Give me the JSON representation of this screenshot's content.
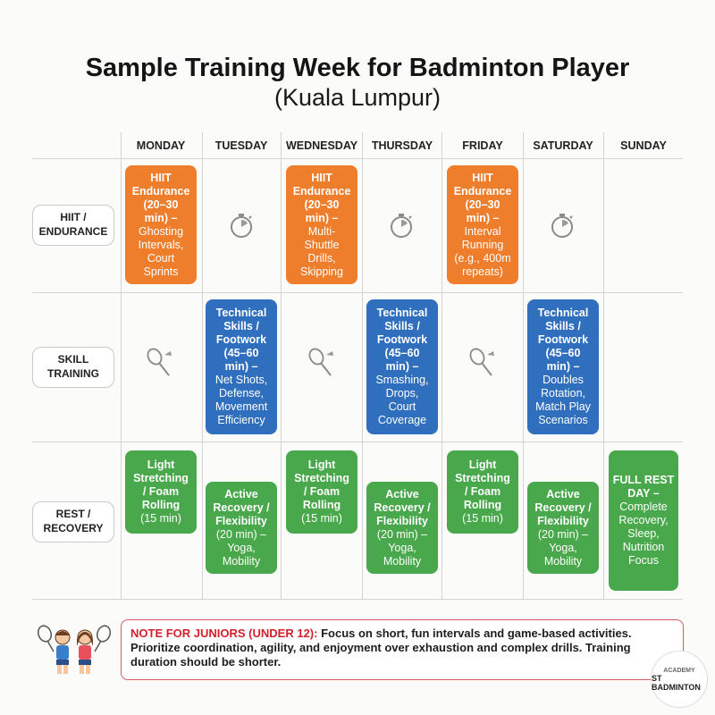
{
  "title": "Sample Training Week for Badminton Player",
  "subtitle": "(Kuala Lumpur)",
  "days": [
    "MONDAY",
    "TUESDAY",
    "WEDNESDAY",
    "THURSDAY",
    "FRIDAY",
    "SATURDAY",
    "SUNDAY"
  ],
  "rows": {
    "hiit": "HIIT /\nENDURANCE",
    "skill": "SKILL\nTRAINING",
    "rest": "REST /\nRECOVERY"
  },
  "cards": {
    "hiit_mon": {
      "head": "HIIT\nEndurance\n(20–30\nmin) –",
      "body": "Ghosting\nIntervals,\nCourt\nSprints"
    },
    "hiit_wed": {
      "head": "HIIT\nEndurance\n(20–30\nmin) –",
      "body": "Multi-\nShuttle\nDrills,\nSkipping"
    },
    "hiit_fri": {
      "head": "HIIT\nEndurance\n(20–30\nmin) –",
      "body": "Interval\nRunning\n(e.g., 400m\nrepeats)"
    },
    "skill_tue": {
      "head": "Technical\nSkills /\nFootwork\n(45–60\nmin) –",
      "body": "Net Shots,\nDefense,\nMovement\nEfficiency"
    },
    "skill_thu": {
      "head": "Technical\nSkills /\nFootwork\n(45–60\nmin) –",
      "body": "Smashing,\nDrops,\nCourt\nCoverage"
    },
    "skill_sat": {
      "head": "Technical\nSkills /\nFootwork\n(45–60\nmin) –",
      "body": "Doubles\nRotation,\nMatch Play\nScenarios"
    },
    "rest_mon": {
      "head": "Light\nStretching\n/ Foam\nRolling",
      "body": "(15 min)"
    },
    "rest_tue": {
      "head": "Active\nRecovery /\nFlexibility",
      "body": "(20 min) –\nYoga,\nMobility"
    },
    "rest_wed": {
      "head": "Light\nStretching\n/ Foam\nRolling",
      "body": "(15 min)"
    },
    "rest_thu": {
      "head": "Active\nRecovery /\nFlexibility",
      "body": "(20 min) –\nYoga,\nMobility"
    },
    "rest_fri": {
      "head": "Light\nStretching\n/ Foam\nRolling",
      "body": "(15 min)"
    },
    "rest_sat": {
      "head": "Active\nRecovery /\nFlexibility",
      "body": "(20 min) –\nYoga,\nMobility"
    },
    "rest_sun": {
      "head": "FULL REST\nDAY –",
      "body": "Complete\nRecovery,\nSleep,\nNutrition\nFocus"
    }
  },
  "note": {
    "lead": "NOTE FOR JUNIORS (UNDER 12):",
    "text": " Focus on short, fun intervals and game-based activities. Prioritize coordination, agility, and enjoyment over exhaustion and complex drills. Training duration should be shorter."
  },
  "logo": {
    "line1": "ACADEMY",
    "line2": "ST BADMINTON"
  },
  "colors": {
    "hiit": "#ee7d2c",
    "skill": "#2f6fbd",
    "rest": "#48a84b",
    "note_border": "#d35a63",
    "note_lead": "#d3202d"
  }
}
